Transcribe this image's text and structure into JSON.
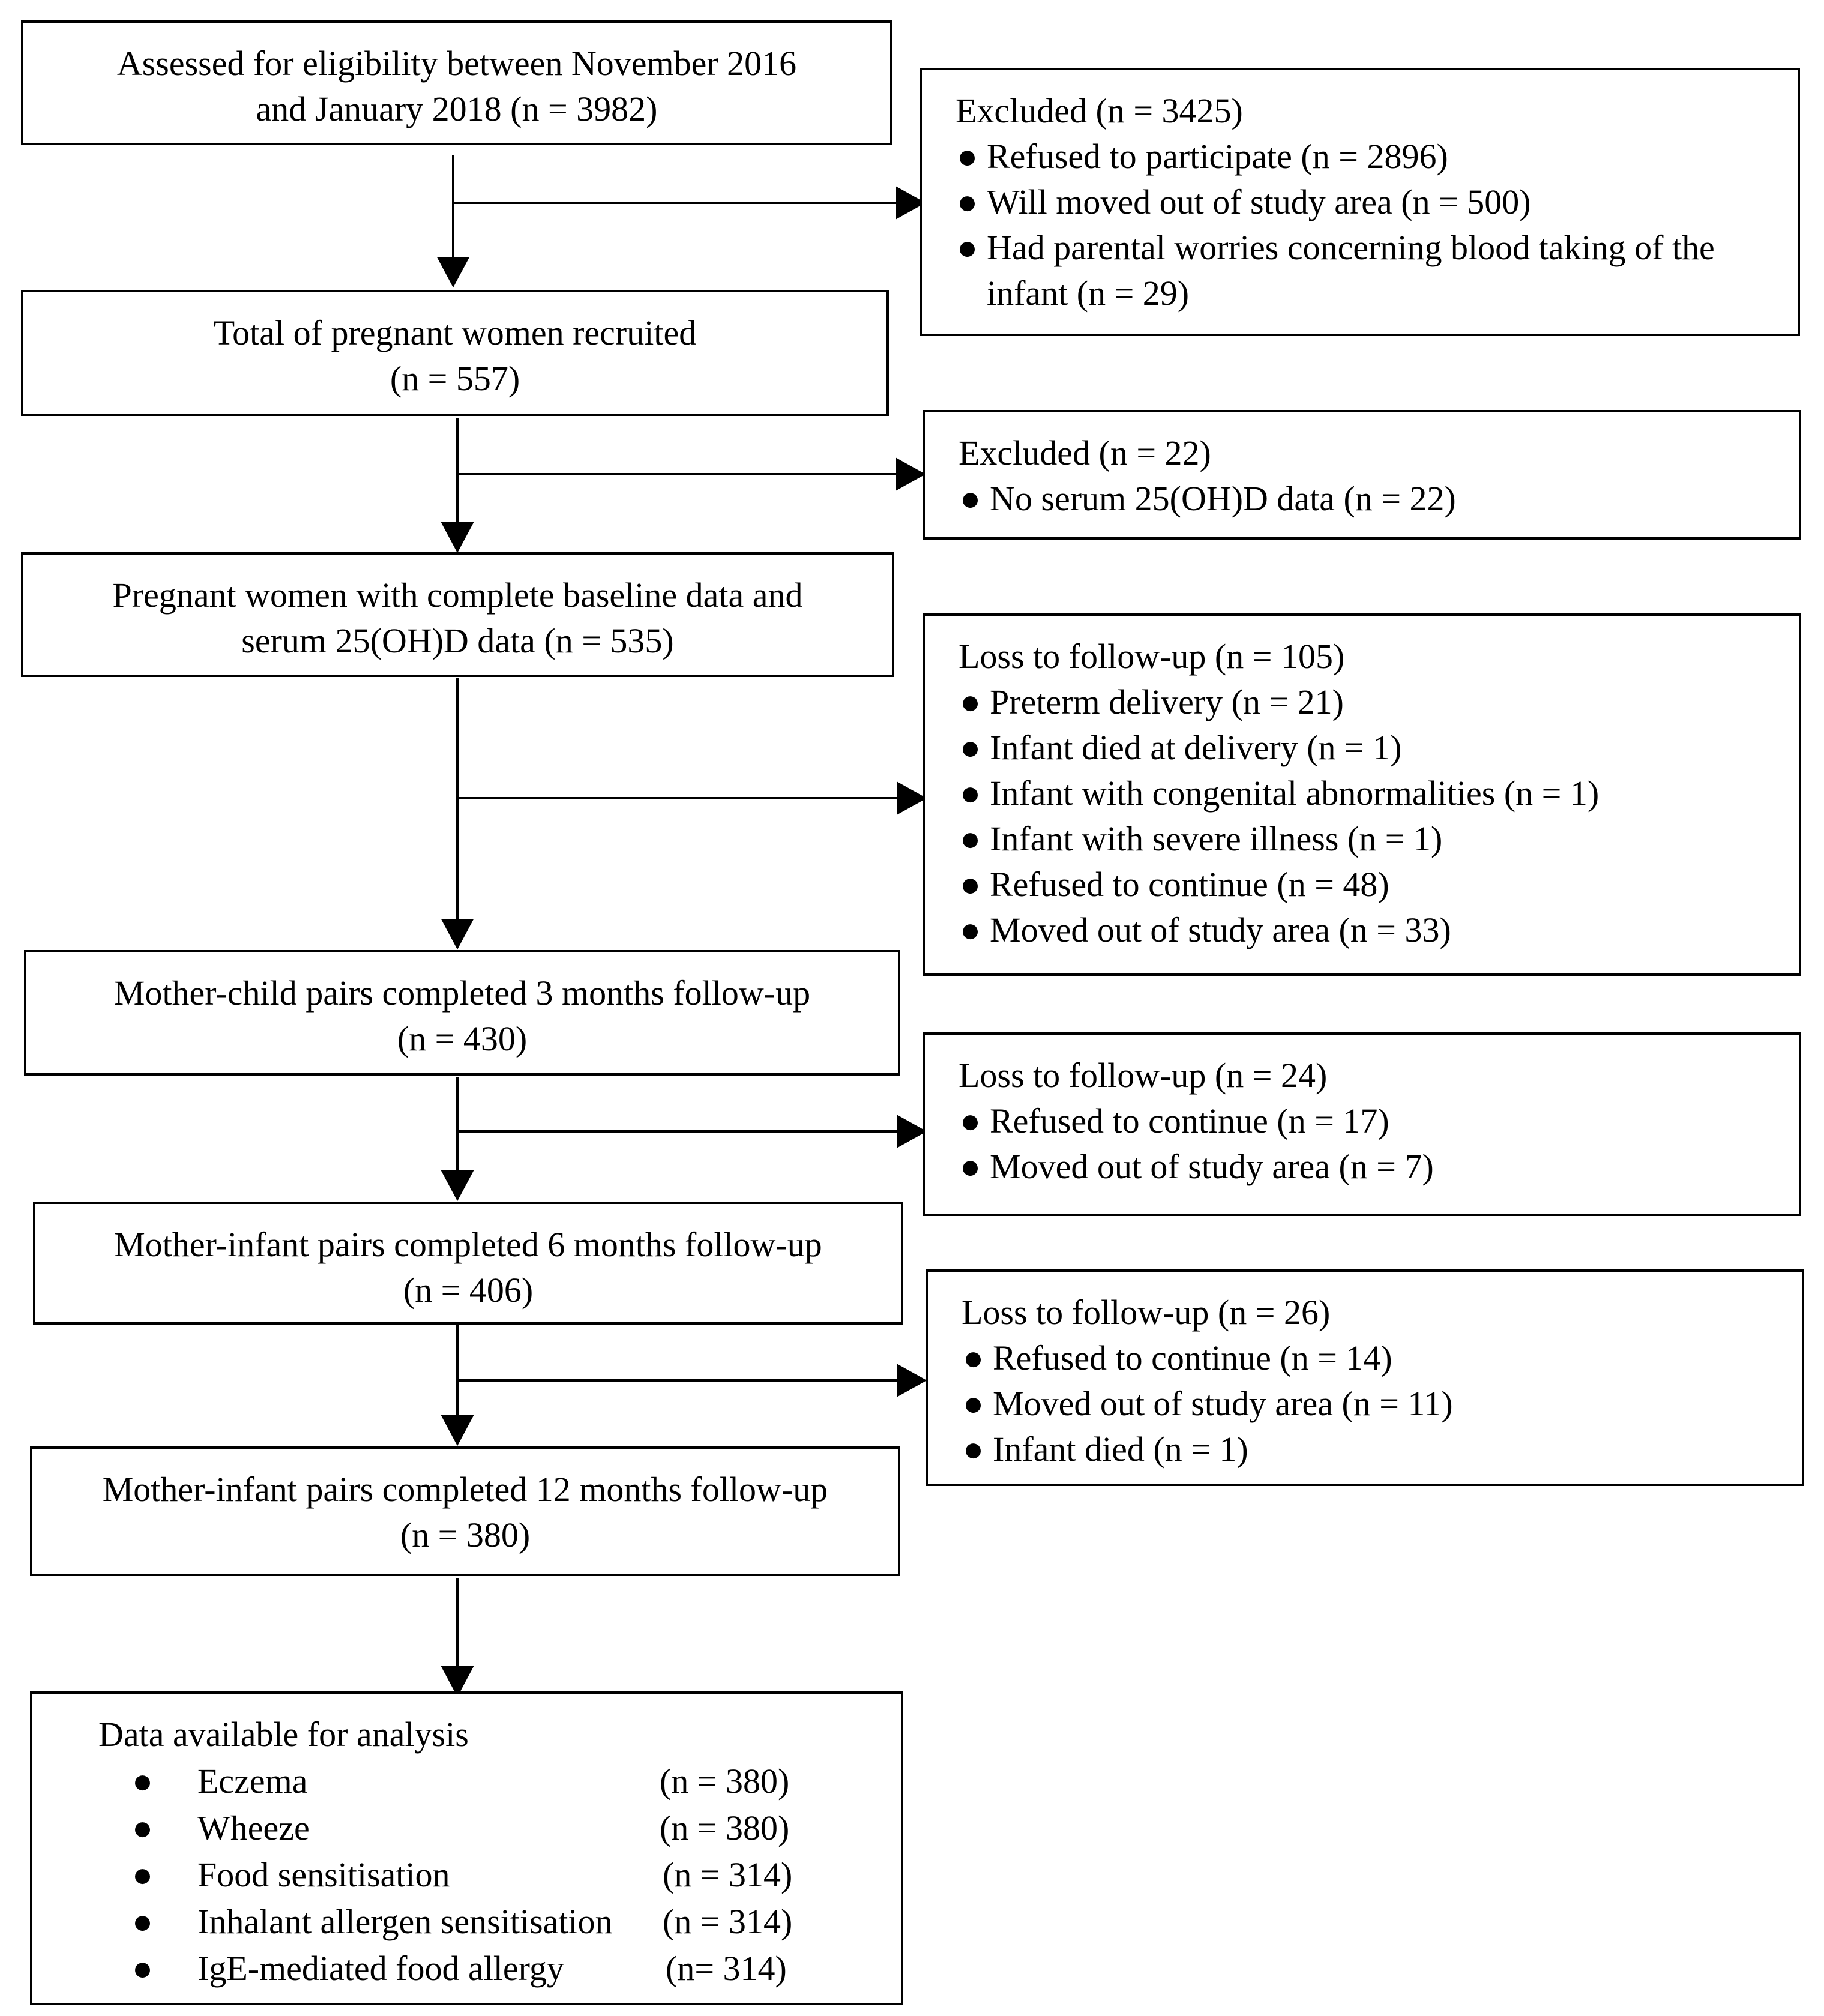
{
  "flow": [
    {
      "lines": [
        "Assessed for eligibility between November 2016",
        "and January 2018 (n = 3982)"
      ]
    },
    {
      "lines": [
        "Total of pregnant women recruited",
        "(n = 557)"
      ]
    },
    {
      "lines": [
        "Pregnant women with complete baseline data and",
        "serum 25(OH)D data (n = 535)"
      ]
    },
    {
      "lines": [
        "Mother-child pairs completed 3 months follow-up",
        "(n = 430)"
      ]
    },
    {
      "lines": [
        "Mother-infant pairs completed 6 months follow-up",
        "(n = 406)"
      ]
    },
    {
      "lines": [
        "Mother-infant pairs completed 12 months follow-up",
        "(n = 380)"
      ]
    }
  ],
  "exclusions": [
    {
      "heading": "Excluded (n = 3425)",
      "items": [
        "Refused to participate (n = 2896)",
        "Will moved out of study area (n = 500)",
        "Had parental worries concerning blood taking of the infant (n = 29)"
      ]
    },
    {
      "heading": "Excluded (n = 22)",
      "items": [
        "No serum 25(OH)D data (n = 22)"
      ]
    },
    {
      "heading": "Loss to follow-up (n = 105)",
      "items": [
        "Preterm delivery (n = 21)",
        "Infant died at delivery (n = 1)",
        "Infant with congenital abnormalities (n = 1)",
        "Infant with severe illness (n = 1)",
        "Refused to continue (n = 48)",
        "Moved out of study area (n = 33)"
      ]
    },
    {
      "heading": "Loss to follow-up (n = 24)",
      "items": [
        "Refused to continue (n = 17)",
        "Moved out of study area (n = 7)"
      ]
    },
    {
      "heading": "Loss to follow-up (n = 26)",
      "items": [
        "Refused to continue (n = 14)",
        "Moved out of study area (n = 11)",
        "Infant died (n = 1)"
      ]
    }
  ],
  "analysis": {
    "heading": "Data available for analysis",
    "items": [
      {
        "label": "Eczema",
        "count": "(n = 380)"
      },
      {
        "label": "Wheeze",
        "count": "(n = 380)"
      },
      {
        "label": "Food sensitisation",
        "count": "(n = 314)"
      },
      {
        "label": "Inhalant allergen sensitisation",
        "count": "(n = 314)"
      },
      {
        "label": "IgE-mediated food allergy",
        "count": "(n= 314)"
      }
    ]
  }
}
